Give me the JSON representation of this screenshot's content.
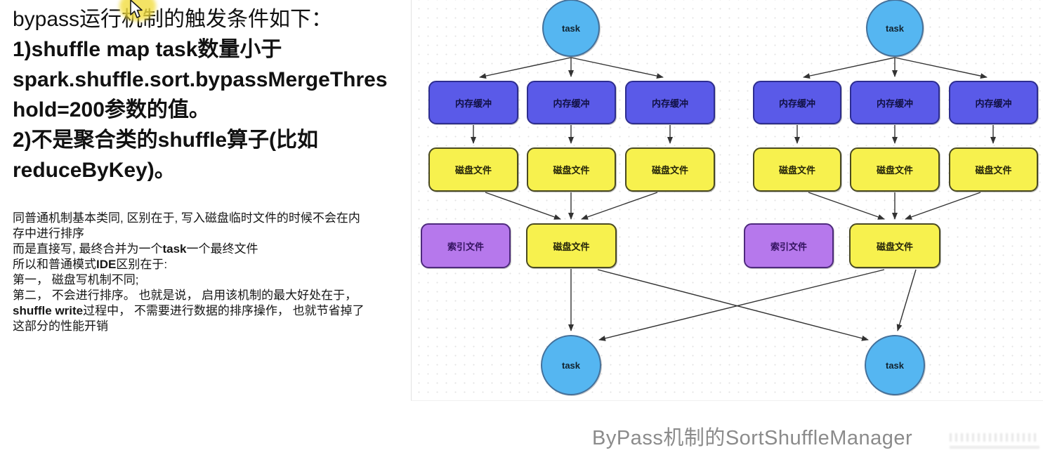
{
  "colors": {
    "mem-fill": "#5a5ae8",
    "mem-border": "#2d2d90",
    "disk-fill": "#f7f14e",
    "disk-border": "#4a4a22",
    "index-fill": "#b678ec",
    "index-border": "#4e2a7d",
    "task-fill": "#55b6f1",
    "task-border": "#44719b",
    "arrow": "#333333",
    "caption": "#8b8b8b",
    "cursor-halo": "#f2dd3f"
  },
  "notes": {
    "headline": [
      [
        [
          "bypass运行机制的触发条件如下：",
          0
        ]
      ],
      [
        [
          "1)shuffle map task数量小于",
          1
        ]
      ],
      [
        [
          "spark.shuffle.sort.bypassMergeThres",
          1
        ]
      ],
      [
        [
          "hold=200参数的值。",
          1
        ]
      ],
      [
        [
          "2)不是聚合类的shuffle算子(比如",
          1
        ]
      ],
      [
        [
          "reduceByKey)。",
          1
        ]
      ]
    ],
    "detail": [
      [
        [
          "同普通机制基本类同, 区别在于, 写入磁盘临时文件的时候不会在内",
          0
        ]
      ],
      [
        [
          "存中进行排序",
          0
        ]
      ],
      [
        [
          "而是直接写, 最终合并为一个",
          0
        ],
        [
          "task",
          1
        ],
        [
          "一个最终文件",
          0
        ]
      ],
      [
        [
          "所以和普通模式",
          0
        ],
        [
          "IDE",
          1
        ],
        [
          "区别在于:",
          0
        ]
      ],
      [
        [
          "第一， 磁盘写机制不同;",
          0
        ]
      ],
      [
        [
          "第二， 不会进行排序。 也就是说， 启用该机制的最大好处在于，",
          0
        ]
      ],
      [
        [
          "shuffle write",
          1
        ],
        [
          "过程中， 不需要进行数据的排序操作， 也就节省掉了",
          0
        ]
      ],
      [
        [
          "这部分的性能开销",
          0
        ]
      ]
    ]
  },
  "caption": "ByPass机制的SortShuffleManager",
  "diagram": {
    "left": {
      "task_top": "task",
      "mem": [
        "内存缓冲",
        "内存缓冲",
        "内存缓冲"
      ],
      "disk": [
        "磁盘文件",
        "磁盘文件",
        "磁盘文件"
      ],
      "index_file": "索引文件",
      "merged_disk": "磁盘文件",
      "task_bottom": "task"
    },
    "right": {
      "task_top": "task",
      "mem": [
        "内存缓冲",
        "内存缓冲",
        "内存缓冲"
      ],
      "disk": [
        "磁盘文件",
        "磁盘文件",
        "磁盘文件"
      ],
      "index_file": "索引文件",
      "merged_disk": "磁盘文件",
      "task_bottom": "task"
    }
  }
}
